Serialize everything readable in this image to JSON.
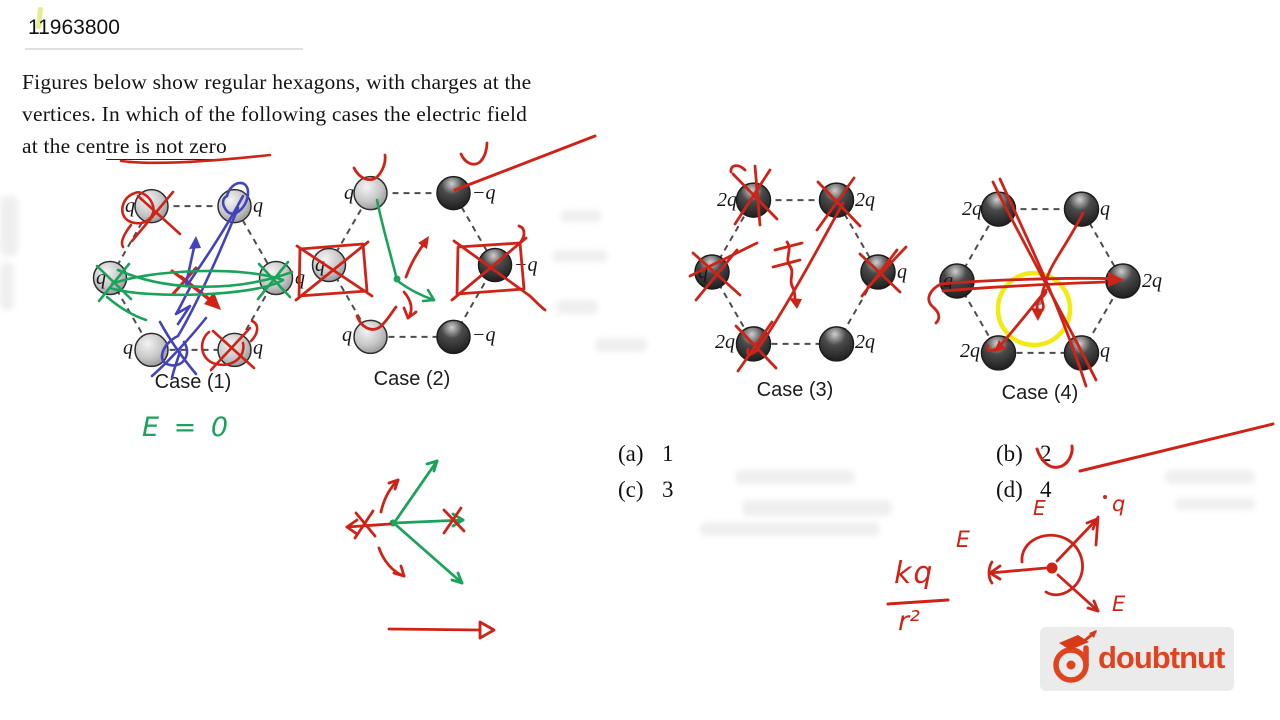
{
  "header": {
    "id": "11963800"
  },
  "question": {
    "line1": "Figures below show regular hexagons, with charges at the",
    "line2": "vertices. In which of the following cases the electric field",
    "line3_prefix": "at the cen",
    "line3_underline": "tre is not zero"
  },
  "cases": [
    {
      "caption": "Case (1)",
      "charges": {
        "tl": "q",
        "tr": "q",
        "l": "q",
        "r": "q",
        "bl": "q",
        "br": "q"
      }
    },
    {
      "caption": "Case (2)",
      "charges": {
        "tl": "q",
        "tr": "−q",
        "l": "q",
        "r": "−q",
        "bl": "q",
        "br": "−q"
      }
    },
    {
      "caption": "Case (3)",
      "charges": {
        "tl": "2q",
        "tr": "2q",
        "l": "q",
        "r": "q",
        "bl": "2q",
        "br": "2q"
      }
    },
    {
      "caption": "Case (4)",
      "charges": {
        "tl": "2q",
        "tr": "q",
        "l": "q",
        "r": "2q",
        "bl": "2q",
        "br": "q"
      }
    }
  ],
  "options": [
    {
      "letter": "(a)",
      "value": "1"
    },
    {
      "letter": "(b)",
      "value": "2"
    },
    {
      "letter": "(c)",
      "value": "3"
    },
    {
      "letter": "(d)",
      "value": "4"
    }
  ],
  "notes": {
    "field_zero": "E = 0",
    "e_left": "E",
    "e_up": "E",
    "q_point": "q",
    "e_down": "E",
    "frac_num": "kq",
    "frac_den": "r²"
  },
  "brand": {
    "name": "doubtnut"
  },
  "colors": {
    "annotation_red": "#cf2318",
    "annotation_green": "#1ba35b",
    "annotation_blue": "#4343bd",
    "highlight_yellow": "#f2ea12",
    "brand_orange": "#e2431f"
  }
}
